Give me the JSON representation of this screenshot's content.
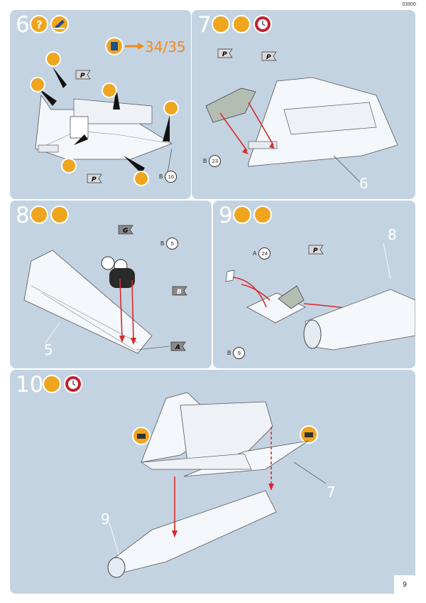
{
  "doc_code": "03900",
  "page_number": "9",
  "steps": [
    {
      "number": "6",
      "reference": "34/35",
      "parts": [
        {
          "letter": "B",
          "num": "16"
        }
      ],
      "flags": [
        "P",
        "P"
      ]
    },
    {
      "number": "7",
      "parts": [
        {
          "letter": "B",
          "num": "23"
        }
      ],
      "flags": [
        "P",
        "P"
      ],
      "callouts": [
        "6"
      ]
    },
    {
      "number": "8",
      "parts": [
        {
          "letter": "B",
          "num": "5"
        }
      ],
      "flags": [
        "G",
        "B",
        "A"
      ],
      "callouts": [
        "5"
      ]
    },
    {
      "number": "9",
      "parts": [
        {
          "letter": "A",
          "num": "24"
        },
        {
          "letter": "B",
          "num": "9"
        }
      ],
      "flags": [
        "P"
      ],
      "callouts": [
        "8"
      ]
    },
    {
      "number": "10",
      "callouts": [
        "7",
        "9"
      ]
    }
  ],
  "icons": [
    "question-icon",
    "paintbrush-icon",
    "glue-icon",
    "clock-icon",
    "book-icon",
    "tape-icon"
  ],
  "colors": {
    "panel": "#c4d3e2",
    "accent": "#f08a1d",
    "arrow": "#d62b2b",
    "icon": "#f0a51f",
    "clock": "#c3202e"
  }
}
